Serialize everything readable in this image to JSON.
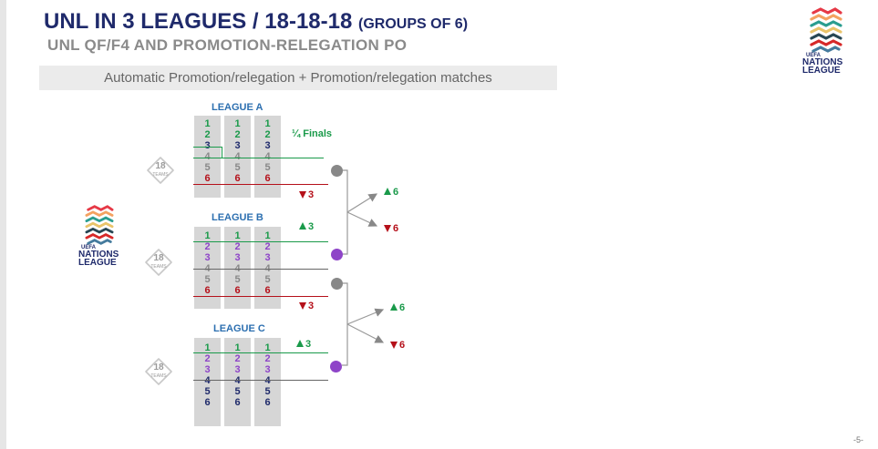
{
  "header": {
    "title": "UNL IN 3 LEAGUES / 18-18-18",
    "title_suffix": "(GROUPS OF 6)",
    "subtitle": "UNL QF/F4 AND PROMOTION-RELEGATION PO"
  },
  "banner": "Automatic Promotion/relegation + Promotion/relegation matches",
  "logo": {
    "line1": "UEFA",
    "line2": "NATIONS",
    "line3": "LEAGUE"
  },
  "colors": {
    "green": "#1a9a4a",
    "red": "#b5101a",
    "purple": "#8e44c8",
    "navy": "#1f2a6b",
    "gray": "#888888",
    "blue": "#2c6fb0"
  },
  "teams_badge": {
    "count": "18",
    "label": "TEAMS"
  },
  "leagues": [
    {
      "name": "LEAGUE A",
      "rows": [
        "1",
        "2",
        "3",
        "4",
        "5",
        "6"
      ],
      "row_colors": [
        "green",
        "green",
        "navy",
        "gray",
        "gray",
        "red"
      ]
    },
    {
      "name": "LEAGUE B",
      "rows": [
        "1",
        "2",
        "3",
        "4",
        "5",
        "6"
      ],
      "row_colors": [
        "green",
        "purple",
        "purple",
        "gray",
        "gray",
        "red"
      ]
    },
    {
      "name": "LEAGUE C",
      "rows": [
        "1",
        "2",
        "3",
        "4",
        "5",
        "6"
      ],
      "row_colors": [
        "green",
        "purple",
        "purple",
        "navy",
        "navy",
        "navy"
      ]
    }
  ],
  "labels": {
    "quarter_finals": "¼ Finals",
    "a_rel": "3",
    "b_pro": "3",
    "b_rel": "3",
    "c_pro": "3",
    "ab_up": "6",
    "ab_down": "6",
    "bc_up": "6",
    "bc_down": "6"
  },
  "page_number": "-5-"
}
